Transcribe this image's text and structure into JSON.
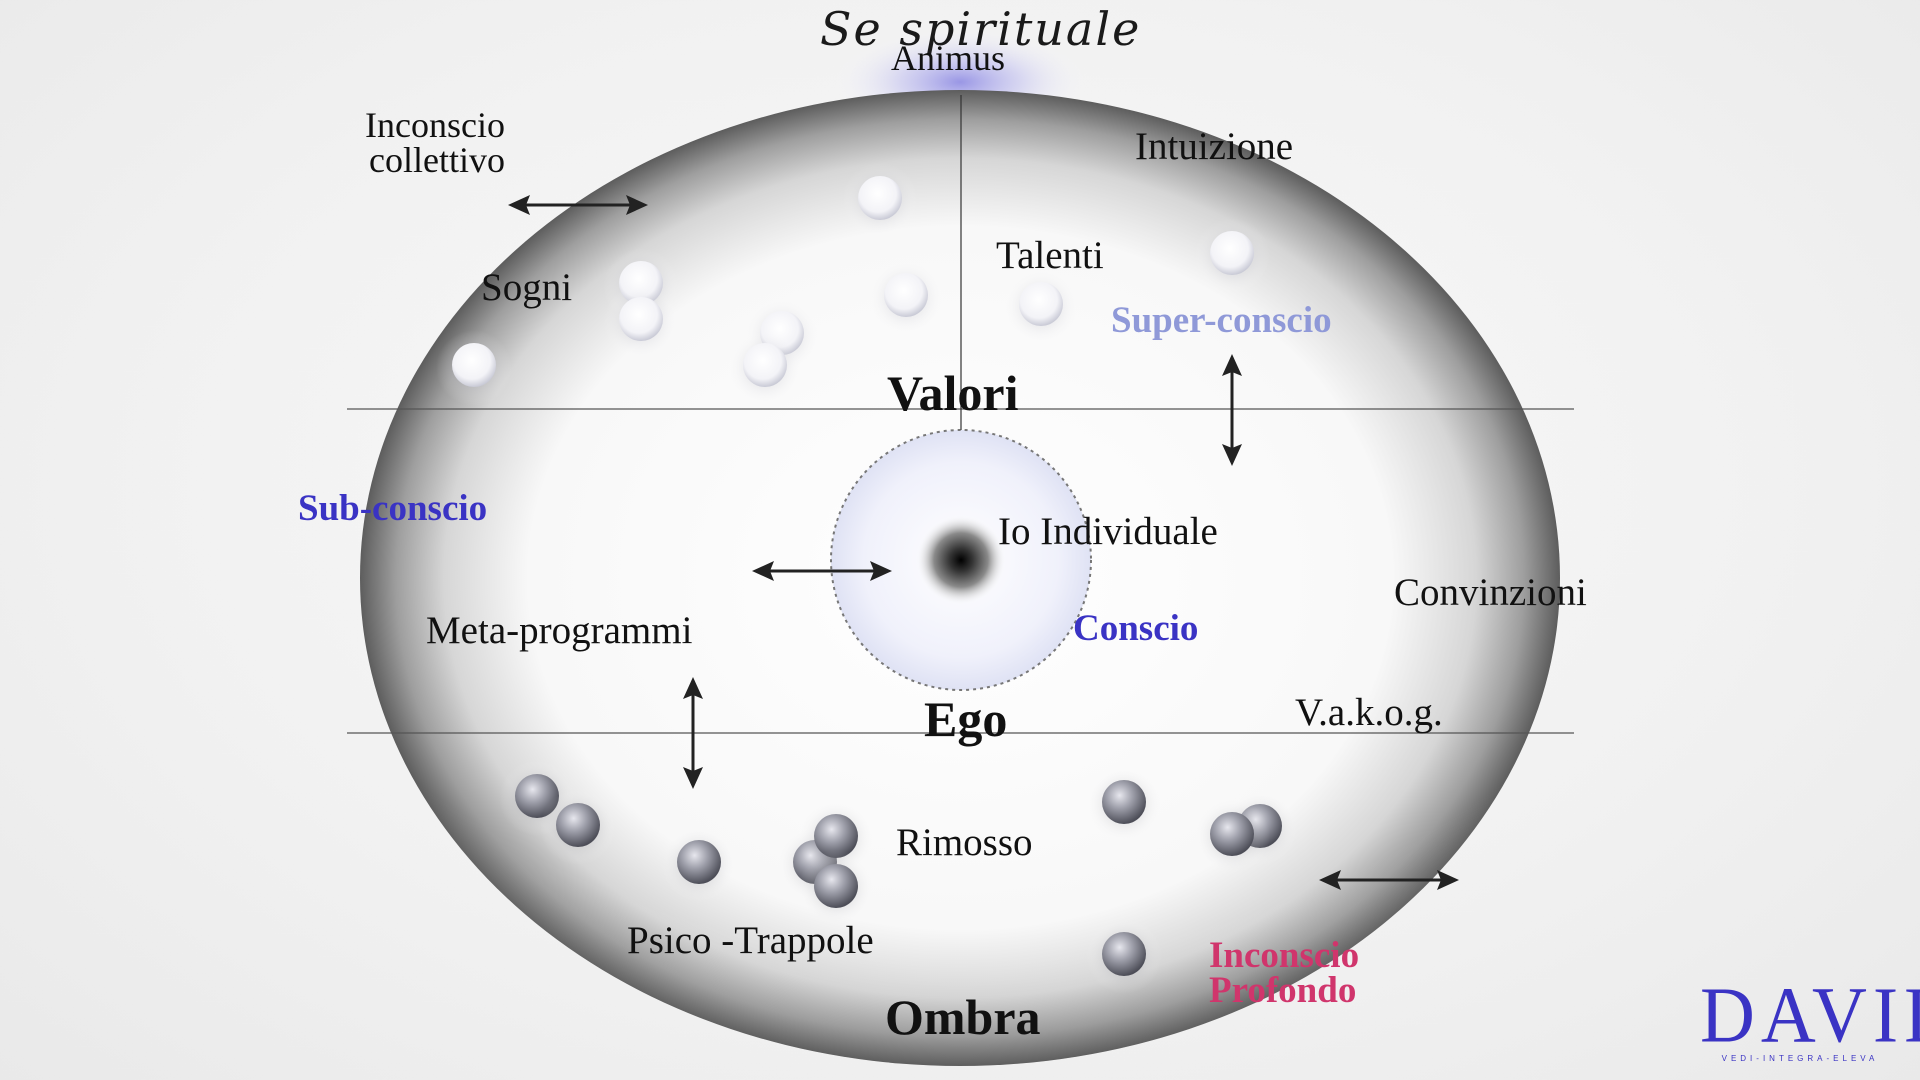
{
  "labels": {
    "se_spirituale": "Se spirituale",
    "animus": "Animus",
    "inconscio_collettivo_l1": "Inconscio",
    "inconscio_collettivo_l2": "collettivo",
    "intuizione": "Intuizione",
    "talenti": "Talenti",
    "sogni": "Sogni",
    "super_conscio": "Super-conscio",
    "valori": "Valori",
    "sub_conscio": "Sub-conscio",
    "io_individuale": "Io Individuale",
    "convinzioni": "Convinzioni",
    "meta_programmi": "Meta-programmi",
    "conscio": "Conscio",
    "ego": "Ego",
    "vakog": "V.a.k.o.g.",
    "rimosso": "Rimosso",
    "psico_trappole": "Psico -Trappole",
    "inconscio_profondo_l1": "Inconscio",
    "inconscio_profondo_l2": "Profondo",
    "ombra": "Ombra"
  },
  "logo": {
    "word": "DAVIL",
    "tagline": "VEDI-INTEGRA-ELEVA"
  },
  "colors": {
    "conscious_blue": "#3a33c4",
    "superconscious_lilac": "#8f99d8",
    "deep_pink": "#d0356c",
    "text": "#111111"
  },
  "icons": [
    "double-arrow-horizontal-icon",
    "double-arrow-vertical-icon",
    "light-sphere-icon",
    "dark-sphere-icon"
  ]
}
